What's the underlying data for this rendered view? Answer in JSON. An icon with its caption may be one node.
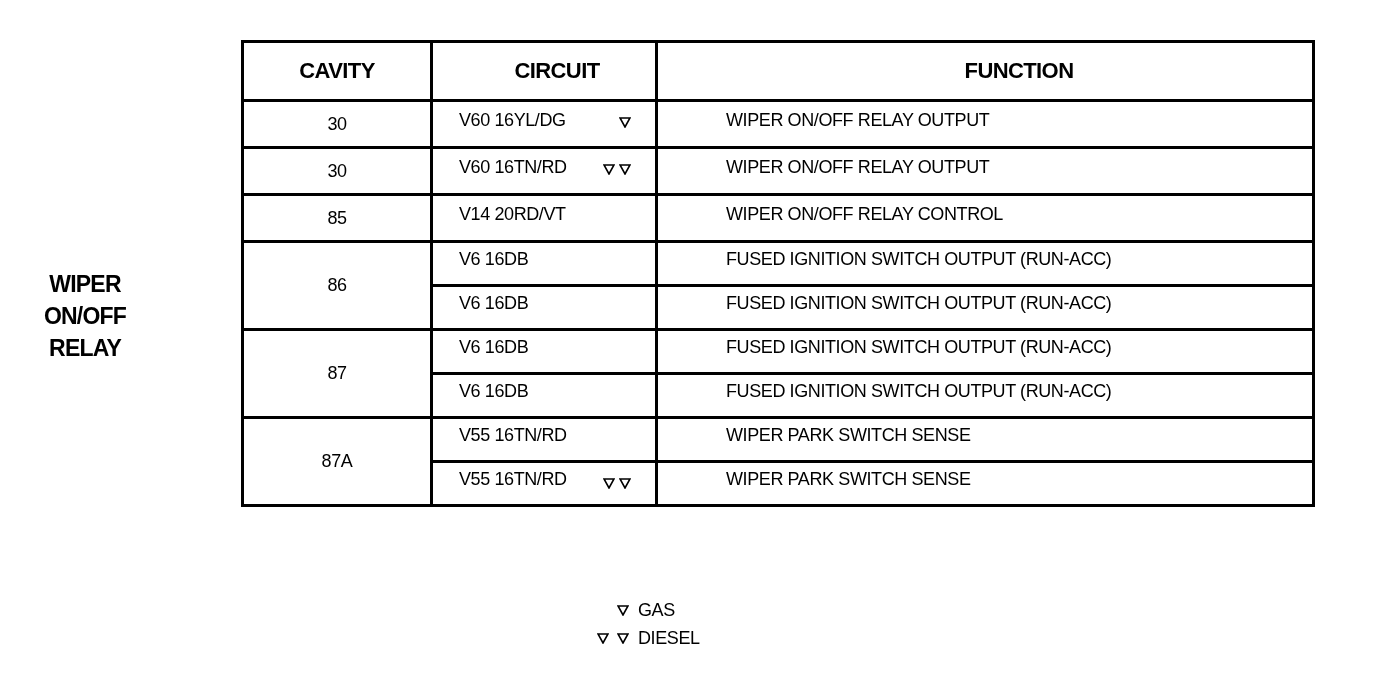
{
  "diagram": {
    "labels": [
      "WIPER ON/OFF RELAY",
      "CAVITY",
      "CIRCUIT",
      "FUNCTION",
      "30",
      "V60 16YL/DG",
      "WIPER ON/OFF RELAY OUTPUT",
      "30",
      "V60 16TN/RD",
      "WIPER ON/OFF RELAY OUTPUT",
      "85",
      "V14 20RD/VT",
      "WIPER ON/OFF RELAY CONTROL",
      "86",
      "V6 16DB",
      "FUSED IGNITION SWITCH OUTPUT (RUN-ACC)",
      "V6 16DB",
      "FUSED IGNITION SWITCH OUTPUT (RUN-ACC)",
      "87",
      "V6 16DB",
      "FUSED IGNITION SWITCH OUTPUT (RUN-ACC)",
      "V6 16DB",
      "FUSED IGNITION SWITCH OUTPUT (RUN-ACC)",
      "87A",
      "V55 16TN/RD",
      "WIPER PARK SWITCH SENSE",
      "V55 16TN/RD",
      "WIPER PARK SWITCH SENSE"
    ],
    "legend": [
      {
        "text": "GAS"
      },
      {
        "text": "DIESEL"
      }
    ]
  }
}
